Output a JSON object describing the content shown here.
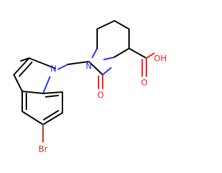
{
  "structure": {
    "atoms": {
      "ring_nitrogen": {
        "symbol": "N",
        "color": "#2030ff"
      },
      "indole_nitrogen": {
        "symbol": "N",
        "color": "#2030ff"
      },
      "ketone_oxygen": {
        "symbol": "O",
        "color": "#ff1a1a"
      },
      "acid_carbonyl_oxygen": {
        "symbol": "O",
        "color": "#ff1a1a"
      },
      "hydroxyl": {
        "symbol": "OH",
        "color": "#ff1a1a"
      },
      "bromine": {
        "symbol": "Br",
        "color": "#b03a1e"
      }
    },
    "bond_color": "#000000"
  }
}
